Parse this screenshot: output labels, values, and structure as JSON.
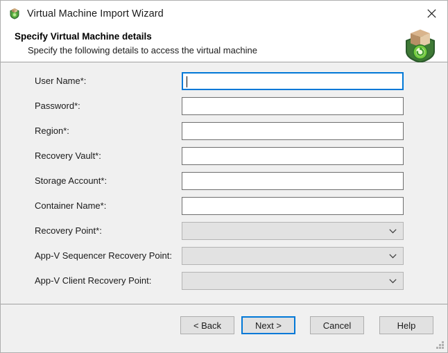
{
  "window": {
    "title": "Virtual Machine Import Wizard",
    "title_icon": "box-shield-icon",
    "close_icon": "close-icon",
    "resize_grip": "resize-grip-icon",
    "background_color": "#f0f0f0",
    "accent_color": "#0078d7"
  },
  "header": {
    "title": "Specify Virtual Machine details",
    "subtitle": "Specify the following details to access the virtual machine",
    "banner_icon": "box-sync-shield-icon"
  },
  "form": {
    "fields": [
      {
        "label": "User Name*:",
        "type": "text",
        "value": "",
        "focused": true,
        "disabled": false
      },
      {
        "label": "Password*:",
        "type": "text",
        "value": "",
        "focused": false,
        "disabled": false
      },
      {
        "label": "Region*:",
        "type": "text",
        "value": "",
        "focused": false,
        "disabled": false
      },
      {
        "label": "Recovery Vault*:",
        "type": "text",
        "value": "",
        "focused": false,
        "disabled": false
      },
      {
        "label": "Storage Account*:",
        "type": "text",
        "value": "",
        "focused": false,
        "disabled": false
      },
      {
        "label": "Container Name*:",
        "type": "text",
        "value": "",
        "focused": false,
        "disabled": false
      },
      {
        "label": "Recovery Point*:",
        "type": "combo",
        "value": "",
        "focused": false,
        "disabled": true
      },
      {
        "label": "App-V Sequencer Recovery Point:",
        "type": "combo",
        "value": "",
        "focused": false,
        "disabled": true
      },
      {
        "label": "App-V Client Recovery Point:",
        "type": "combo",
        "value": "",
        "focused": false,
        "disabled": true
      }
    ],
    "combo_icon": "chevron-down-icon"
  },
  "footer": {
    "buttons": [
      {
        "label": "< Back",
        "name": "back-button",
        "default": false,
        "disabled": false
      },
      {
        "label": "Next >",
        "name": "next-button",
        "default": true,
        "disabled": false
      },
      {
        "label": "Cancel",
        "name": "cancel-button",
        "default": false,
        "disabled": false
      },
      {
        "label": "Help",
        "name": "help-button",
        "default": false,
        "disabled": false
      }
    ]
  }
}
